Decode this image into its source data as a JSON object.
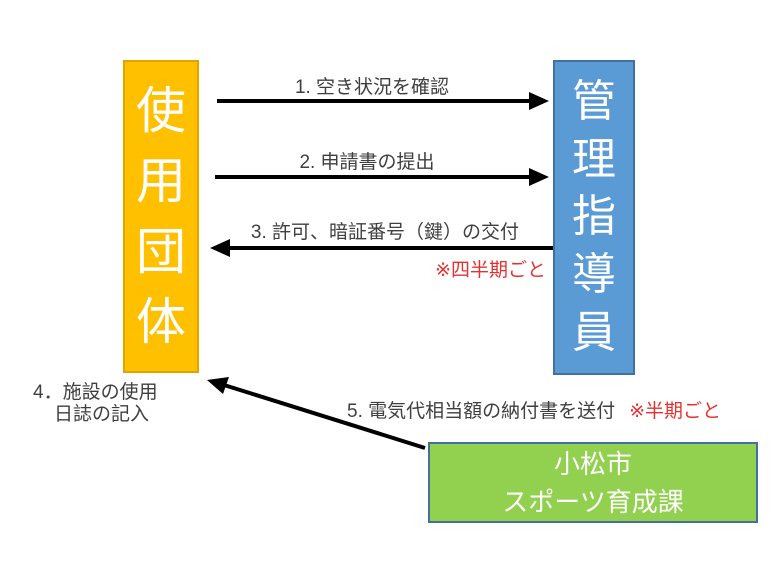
{
  "actors": {
    "user_group": {
      "name": "使用団体",
      "chars": [
        "使",
        "用",
        "団",
        "体"
      ],
      "fill": "#FFC000"
    },
    "manager": {
      "name": "管理指導員",
      "chars": [
        "管",
        "理",
        "指",
        "導",
        "員"
      ],
      "fill": "#5B9BD5"
    },
    "city": {
      "line1": "小松市",
      "line2": "スポーツ育成課",
      "fill": "#92D050"
    }
  },
  "steps": {
    "step1": {
      "label": "1. 空き状況を確認"
    },
    "step2": {
      "label": "2. 申請書の提出"
    },
    "step3": {
      "label": "3. 許可、暗証番号（鍵）の交付",
      "note": "※四半期ごと"
    },
    "step4": {
      "line1": "4．施設の使用",
      "line2": "日誌の記入"
    },
    "step5": {
      "label": "5. 電気代相当額の納付書を送付",
      "note": "※半期ごと"
    }
  },
  "colors": {
    "user_group_fill": "#FFC000",
    "manager_fill": "#5B9BD5",
    "city_fill": "#92D050",
    "box_border": "#41719C",
    "note_red": "#e53030",
    "arrow": "#000000",
    "label_text": "#3f3f3f"
  }
}
